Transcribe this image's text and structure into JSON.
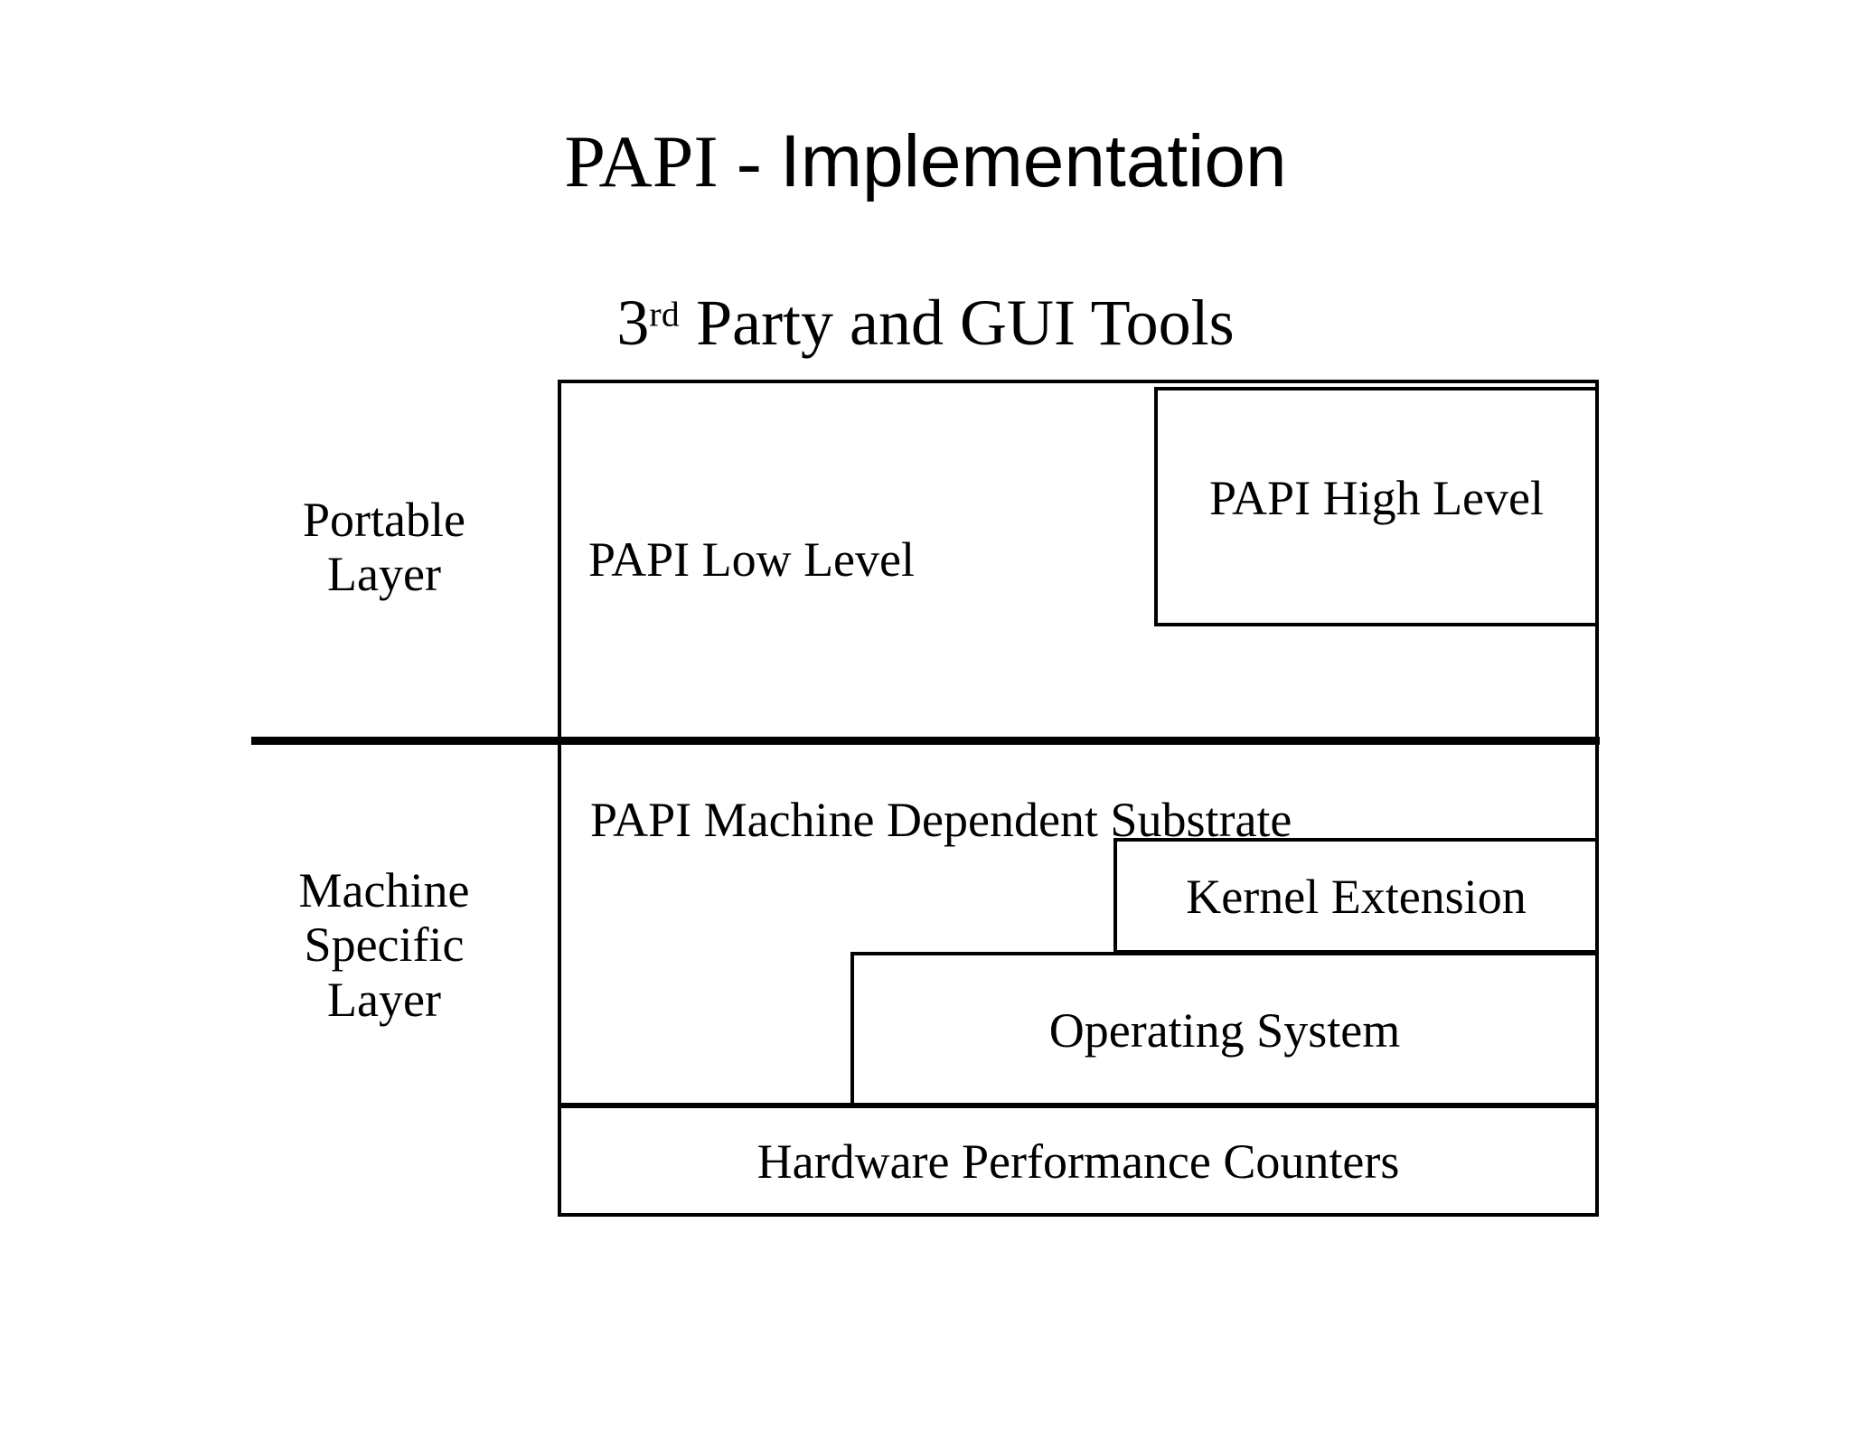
{
  "slide": {
    "title_serif": "PAPI - ",
    "title_sans": "Implementation",
    "subtitle_number": "3",
    "subtitle_ordinal": "rd",
    "subtitle_rest": " Party and GUI Tools"
  },
  "layers": {
    "portable": {
      "caption_line1": "Portable",
      "caption_line2": "Layer"
    },
    "machine": {
      "caption_line1": "Machine",
      "caption_line2": "Specific",
      "caption_line3": "Layer"
    }
  },
  "boxes": {
    "papi_low_level": "PAPI Low Level",
    "papi_high_level": "PAPI High Level",
    "substrate": "PAPI Machine Dependent Substrate",
    "kernel_extension": "Kernel Extension",
    "operating_system": "Operating System",
    "hardware_counters": "Hardware Performance Counters"
  },
  "colors": {
    "background": "#ffffff",
    "stroke": "#000000",
    "text": "#000000"
  }
}
